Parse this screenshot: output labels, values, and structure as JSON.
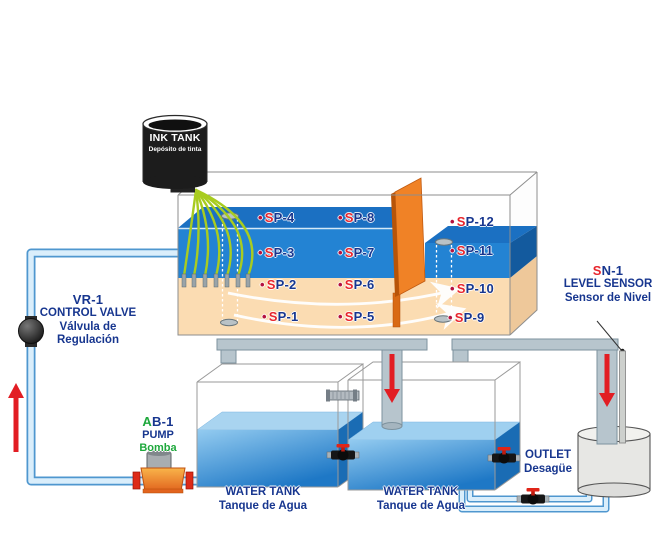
{
  "labels": {
    "sp_bullet": "•",
    "ink_tank": {
      "title": "INK TANK",
      "subtitle": "Depósito de tinta"
    },
    "control_valve": {
      "code": "VR-1",
      "name_en": "CONTROL VALVE",
      "name_es_1": "Válvula de",
      "name_es_2": "Regulación"
    },
    "level_sensor": {
      "code_first": "S",
      "code_rest": "N-1",
      "name_en": "LEVEL SENSOR",
      "name_es": "Sensor de Nivel"
    },
    "pump": {
      "code_first": "A",
      "code_rest": "B-1",
      "name_en": "PUMP",
      "name_es": "Bomba"
    },
    "water_tank_left": {
      "name_en": "WATER TANK",
      "name_es": "Tanque de Agua"
    },
    "water_tank_right": {
      "name_en": "WATER TANK",
      "name_es": "Tanque de Agua"
    },
    "outlet": {
      "name_en": "OUTLET",
      "name_es": "Desagüe"
    }
  },
  "sampling_points": [
    {
      "first": "S",
      "rest": "P-1"
    },
    {
      "first": "S",
      "rest": "P-2"
    },
    {
      "first": "S",
      "rest": "P-3"
    },
    {
      "first": "S",
      "rest": "P-4"
    },
    {
      "first": "S",
      "rest": "P-5"
    },
    {
      "first": "S",
      "rest": "P-6"
    },
    {
      "first": "S",
      "rest": "P-7"
    },
    {
      "first": "S",
      "rest": "P-8"
    },
    {
      "first": "S",
      "rest": "P-9"
    },
    {
      "first": "S",
      "rest": "P-10"
    },
    {
      "first": "S",
      "rest": "P-11"
    },
    {
      "first": "S",
      "rest": "P-12"
    }
  ],
  "colors": {
    "text_blue": "#17368f",
    "text_red": "#e8252c",
    "text_green": "#1ea83c",
    "arrow_red": "#e21d23",
    "water_blue": "#2383d3",
    "sand": "#fbdcb2",
    "weir_orange": "#f08226",
    "ink_stream_green": "#a8cc20"
  }
}
